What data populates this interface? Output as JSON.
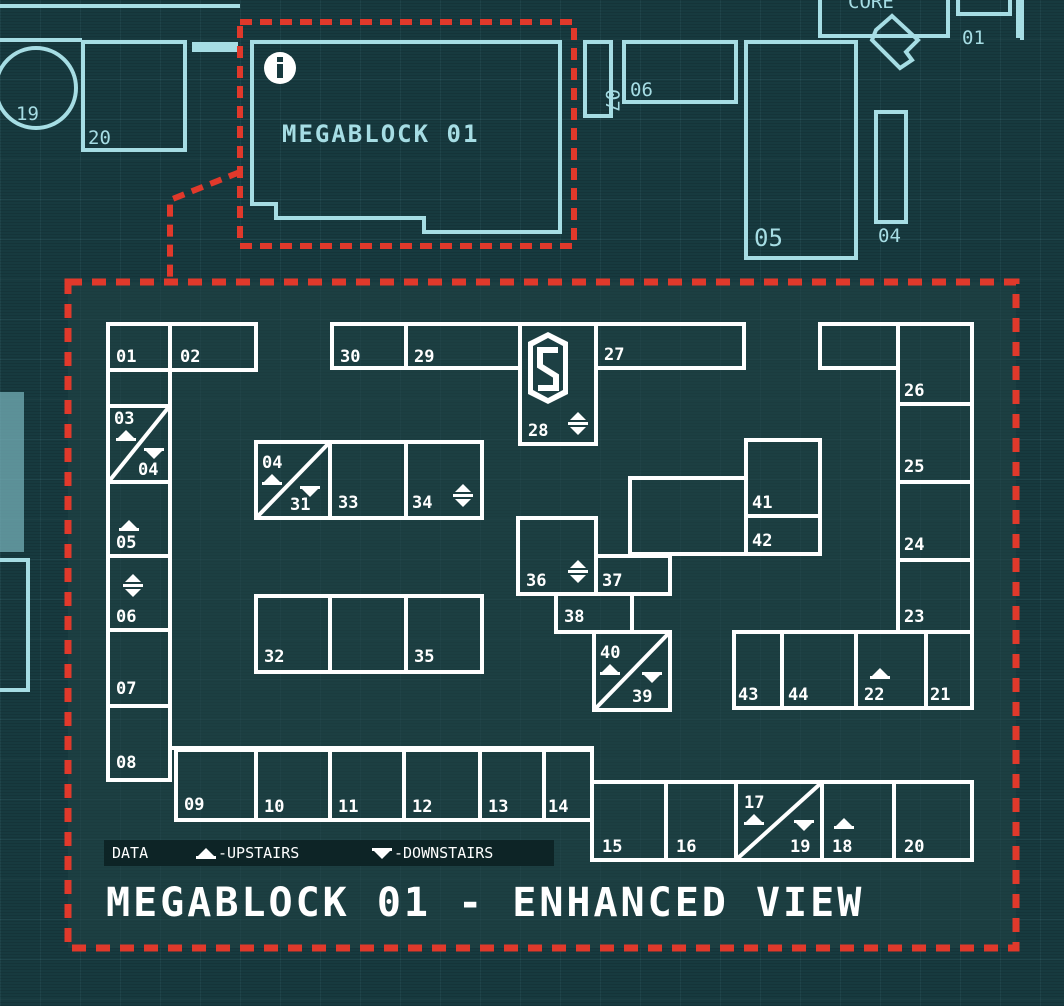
{
  "overview": {
    "core_label": "CORE",
    "block_label": "MEGABLOCK 01",
    "info_icon": "info-icon",
    "rooms": {
      "r19": "19",
      "r20": "20",
      "r07": "07",
      "r06": "06",
      "r05": "05",
      "r04": "04",
      "r01": "01"
    }
  },
  "enhanced": {
    "title": "MEGABLOCK 01 - ENHANCED VIEW",
    "logo_icon": "megablock-s-logo-icon",
    "legend": {
      "data": "DATA",
      "upstairs": "-UPSTAIRS",
      "downstairs": "-DOWNSTAIRS"
    },
    "rooms": {
      "r01": "01",
      "r02": "02",
      "r03": "03",
      "r04a": "04",
      "r04b": "04",
      "r05": "05",
      "r06": "06",
      "r07": "07",
      "r08": "08",
      "r09": "09",
      "r10": "10",
      "r11": "11",
      "r12": "12",
      "r13": "13",
      "r14": "14",
      "r15": "15",
      "r16": "16",
      "r17": "17",
      "r18": "18",
      "r19": "19",
      "r20": "20",
      "r21": "21",
      "r22": "22",
      "r23": "23",
      "r24": "24",
      "r25": "25",
      "r26": "26",
      "r27": "27",
      "r28": "28",
      "r29": "29",
      "r30": "30",
      "r31": "31",
      "r32": "32",
      "r33": "33",
      "r34": "34",
      "r35": "35",
      "r36": "36",
      "r37": "37",
      "r38": "38",
      "r39": "39",
      "r40": "40",
      "r41": "41",
      "r42": "42",
      "r43": "43",
      "r44": "44"
    }
  },
  "colors": {
    "background": "#173a3f",
    "overview_line": "#a6dde4",
    "highlight_dash": "#e0392b",
    "room_line": "#ffffff"
  }
}
